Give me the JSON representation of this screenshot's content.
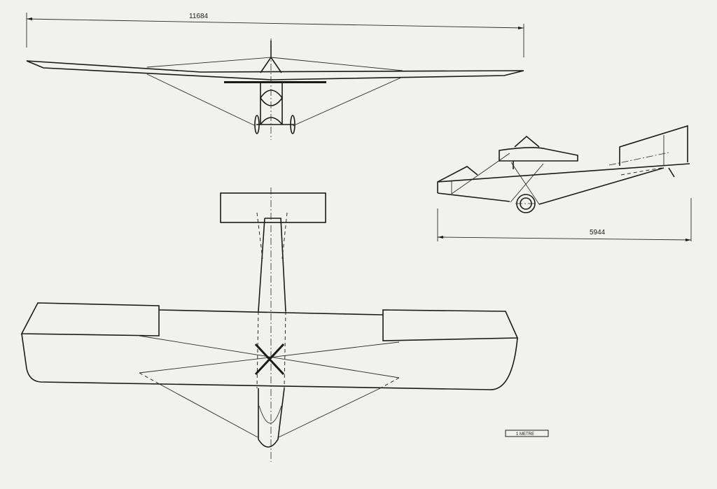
{
  "drawing": {
    "span_dimension": "11684",
    "length_dimension": "5944",
    "scale_bar_label": "1 METRE",
    "line_color": "#1a1a1a",
    "paper_color": "#f1f1ef"
  }
}
